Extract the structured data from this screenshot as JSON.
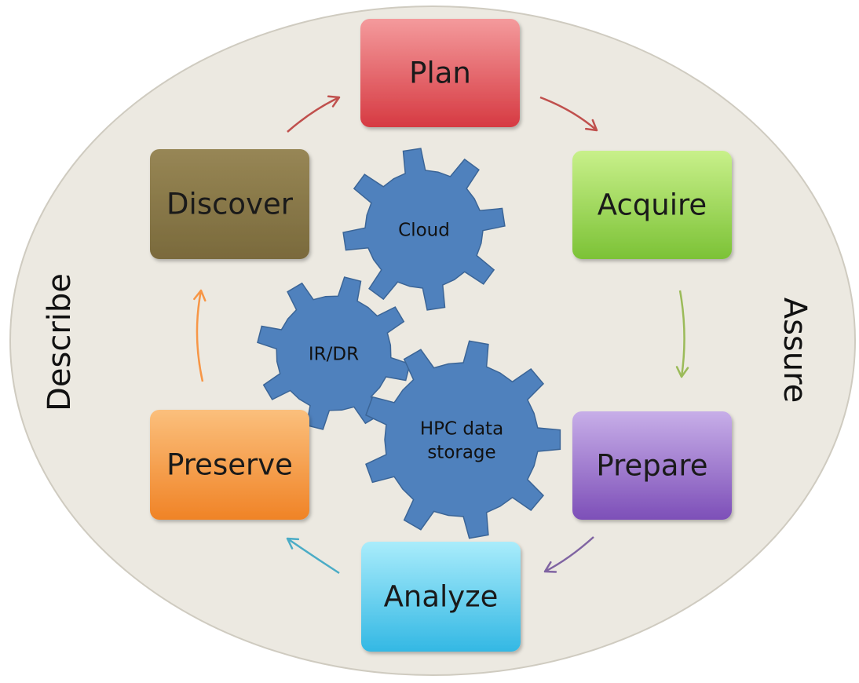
{
  "diagram": {
    "stages": [
      {
        "id": "plan",
        "label": "Plan",
        "color": "#e4565c"
      },
      {
        "id": "acquire",
        "label": "Acquire",
        "color": "#96d64a"
      },
      {
        "id": "prepare",
        "label": "Prepare",
        "color": "#8c62c4"
      },
      {
        "id": "analyze",
        "label": "Analyze",
        "color": "#49c6ec"
      },
      {
        "id": "preserve",
        "label": "Preserve",
        "color": "#f5923d"
      },
      {
        "id": "discover",
        "label": "Discover",
        "color": "#8a7a4a"
      }
    ],
    "side_labels": {
      "left": "Describe",
      "right": "Assure"
    },
    "gears": [
      {
        "id": "cloud",
        "lines": [
          "Cloud"
        ]
      },
      {
        "id": "irdr",
        "lines": [
          "IR/DR"
        ]
      },
      {
        "id": "hpc",
        "lines": [
          "HPC data",
          "storage"
        ]
      }
    ],
    "colors": {
      "ellipse_fill": "#ece9e1",
      "ellipse_stroke": "#cfcbc0",
      "gear_fill": "#4f81bd",
      "gear_stroke": "#3b6597",
      "arrow_plan_acquire": "#c0504d",
      "arrow_acquire_prepare": "#9bbb59",
      "arrow_prepare_analyze": "#8064a2",
      "arrow_analyze_preserve": "#4bacc6",
      "arrow_preserve_discover": "#f79646",
      "arrow_discover_plan": "#c0504d"
    }
  }
}
